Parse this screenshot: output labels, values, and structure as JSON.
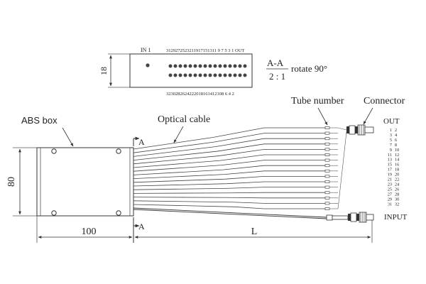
{
  "section_view": {
    "in_label": "IN 1",
    "top_numbers": "3129272523211917151311 9 7 5 3 1 OUT",
    "bottom_numbers": "3230282624222018161412108 6 4 2",
    "height_dim": "18",
    "section_name": "A-A",
    "scale": "2 : 1",
    "rotate_note": "rotate 90°"
  },
  "labels": {
    "abs_box": "ABS box",
    "optical_cable": "Optical cable",
    "tube_number": "Tube number",
    "connector": "Connector",
    "out": "OUT",
    "input": "INPUT",
    "section_mark_top": "A",
    "section_mark_bottom": "A"
  },
  "dimensions": {
    "box_height": "80",
    "box_width": "100",
    "cable_length": "L"
  },
  "port_numbers": {
    "left": [
      "1",
      "3",
      "5",
      "7",
      "9",
      "11",
      "13",
      "15",
      "17",
      "19",
      "21",
      "23",
      "25",
      "27",
      "29",
      "31"
    ],
    "right": [
      "2",
      "4",
      "6",
      "8",
      "10",
      "12",
      "14",
      "16",
      "18",
      "20",
      "22",
      "24",
      "26",
      "28",
      "30",
      "32"
    ]
  }
}
